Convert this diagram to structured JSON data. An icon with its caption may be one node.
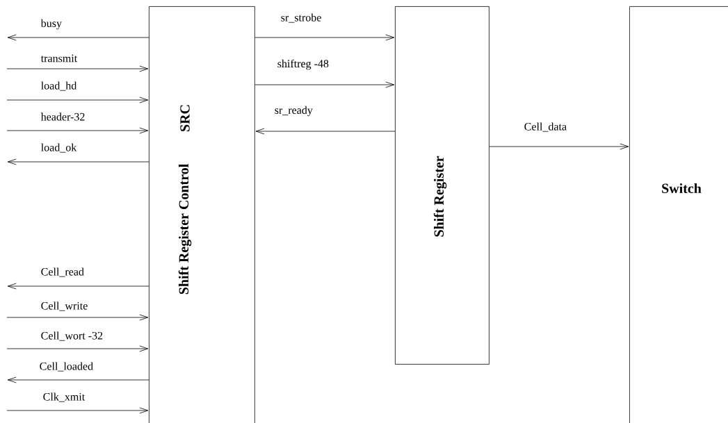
{
  "diagram": {
    "nodes": [
      {
        "text": [
          "SRC",
          "Shift Register Control"
        ]
      },
      {
        "text": [
          "Shift Register"
        ]
      },
      {
        "text": [
          "Switch"
        ]
      }
    ],
    "edges": [
      {
        "from": 0,
        "to": null,
        "arrow": "to",
        "label": "busy"
      },
      {
        "from": null,
        "to": 0,
        "arrow": "to",
        "label": "transmit"
      },
      {
        "from": null,
        "to": 0,
        "arrow": "to",
        "label": "load_hd"
      },
      {
        "from": null,
        "to": 0,
        "arrow": "to",
        "label": "header-32"
      },
      {
        "from": 0,
        "to": null,
        "arrow": "to",
        "label": "load_ok"
      },
      {
        "from": 0,
        "to": null,
        "arrow": "to",
        "label": "Cell_read"
      },
      {
        "from": null,
        "to": 0,
        "arrow": "to",
        "label": "Cell_write"
      },
      {
        "from": null,
        "to": 0,
        "arrow": "to",
        "label": "Cell_wort -32"
      },
      {
        "from": 0,
        "to": null,
        "arrow": "to",
        "label": "Cell_loaded"
      },
      {
        "from": null,
        "to": 0,
        "arrow": "to",
        "label": "Clk_xmit"
      },
      {
        "from": 0,
        "to": 1,
        "arrow": "to",
        "label": "sr_strobe"
      },
      {
        "from": 0,
        "to": 1,
        "arrow": "to",
        "label": "shiftreg -48"
      },
      {
        "from": 1,
        "to": 0,
        "arrow": "to",
        "label": "sr_ready"
      },
      {
        "from": 1,
        "to": 2,
        "arrow": "to",
        "label": "Cell_data"
      }
    ]
  }
}
